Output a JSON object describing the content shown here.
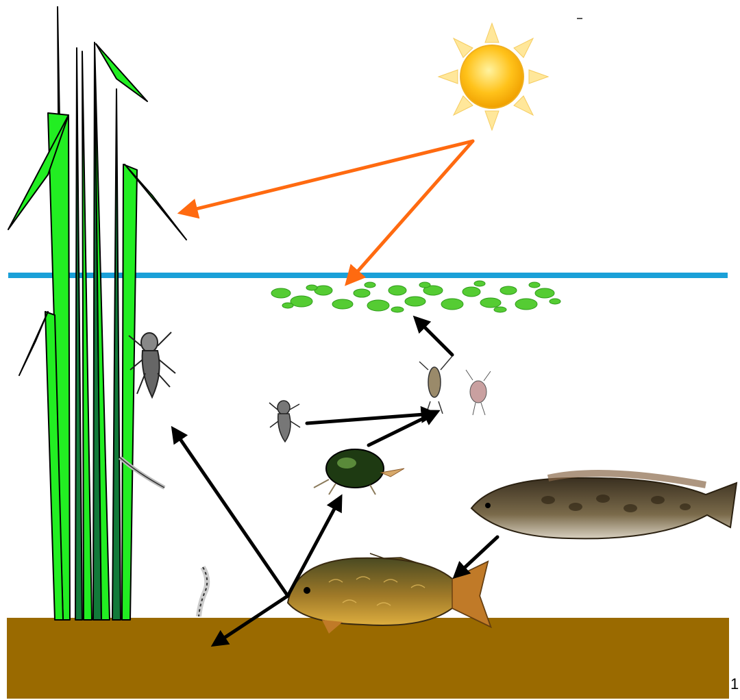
{
  "page_number": "1",
  "colors": {
    "water_line": "#1aa0d8",
    "sediment": "#9a6a00",
    "reed_light": "#22ee22",
    "reed_dark": "#127a3a",
    "energy_arrow": "#ff6a10",
    "feeding_arrow": "#000000",
    "sun_fill": "#ffc21a",
    "sun_rays": "#ffe79a",
    "algae": "#55cc33",
    "carp": "#b0862a",
    "snakehead": "#6e5a3a"
  },
  "organisms": [
    {
      "id": "sun",
      "icon": "sun-icon"
    },
    {
      "id": "reeds",
      "icon": "reed-plant-icon"
    },
    {
      "id": "floating-algae",
      "icon": "duckweed-icon"
    },
    {
      "id": "dragonfly-nymph-large",
      "icon": "dragonfly-nymph-icon"
    },
    {
      "id": "dragonfly-nymph-small",
      "icon": "dragonfly-nymph-icon"
    },
    {
      "id": "worm-larva-on-reed",
      "icon": "larva-icon"
    },
    {
      "id": "daphnia",
      "icon": "water-flea-icon"
    },
    {
      "id": "copepod",
      "icon": "copepod-icon"
    },
    {
      "id": "water-beetle",
      "icon": "water-beetle-icon"
    },
    {
      "id": "snakehead-fish",
      "icon": "snakehead-fish-icon"
    },
    {
      "id": "carp",
      "icon": "carp-icon"
    },
    {
      "id": "bottom-worm",
      "icon": "bloodworm-icon"
    }
  ]
}
